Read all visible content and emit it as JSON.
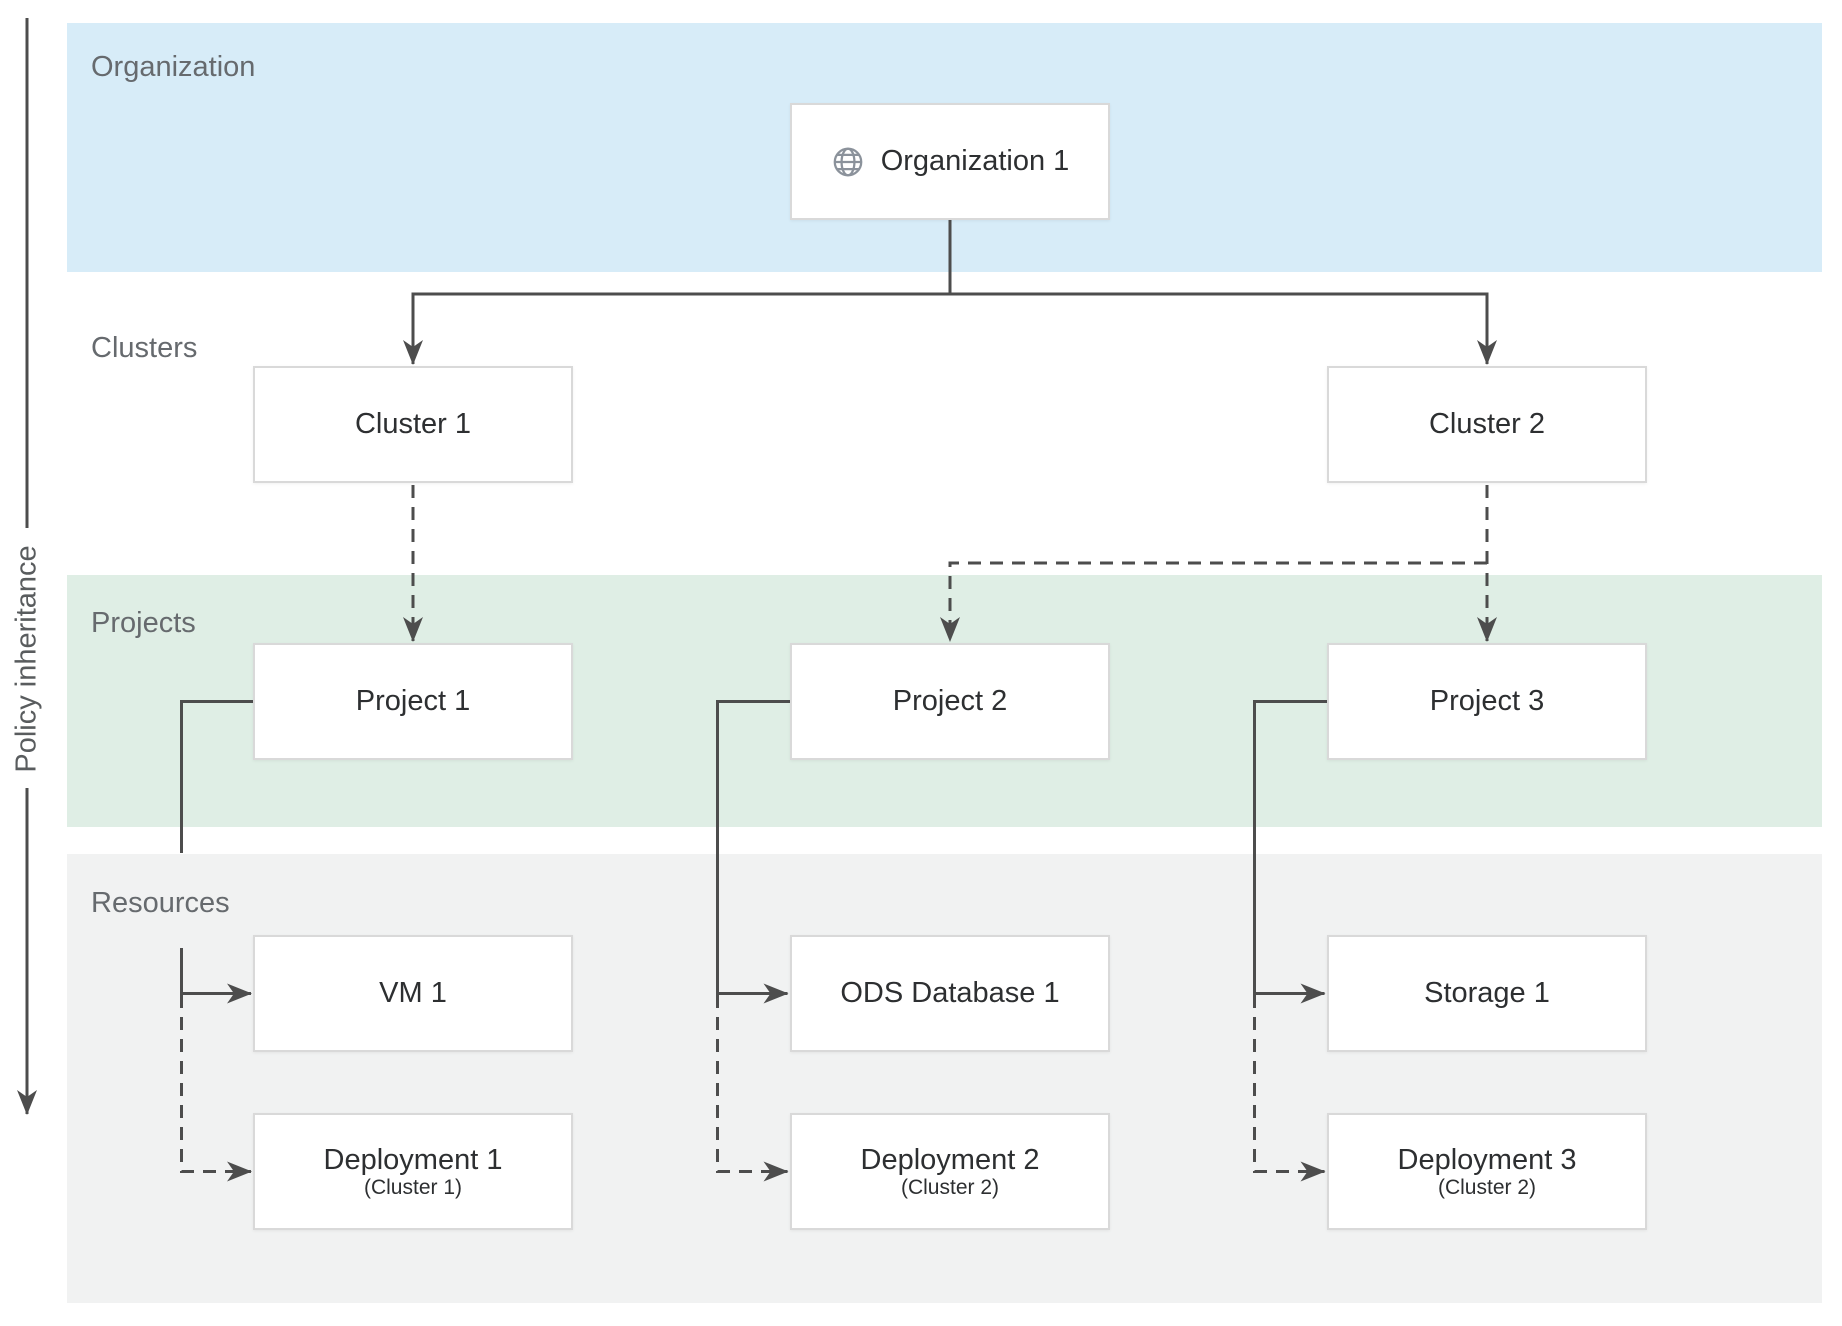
{
  "axis": {
    "label": "Policy inheritance"
  },
  "sections": [
    {
      "id": "organization",
      "label": "Organization",
      "band_color": "#d7ecf8"
    },
    {
      "id": "clusters",
      "label": "Clusters",
      "band_color": "#ffffff"
    },
    {
      "id": "projects",
      "label": "Projects",
      "band_color": "#dfeee5"
    },
    {
      "id": "resources",
      "label": "Resources",
      "band_color": "#f1f2f2"
    }
  ],
  "nodes": {
    "organization1": {
      "label": "Organization 1",
      "icon": "globe-icon"
    },
    "cluster1": {
      "label": "Cluster 1"
    },
    "cluster2": {
      "label": "Cluster 2"
    },
    "project1": {
      "label": "Project 1"
    },
    "project2": {
      "label": "Project 2"
    },
    "project3": {
      "label": "Project 3"
    },
    "vm1": {
      "label": "VM 1"
    },
    "ods_database1": {
      "label": "ODS Database 1"
    },
    "storage1": {
      "label": "Storage 1"
    },
    "deployment1": {
      "label": "Deployment 1",
      "sublabel": "(Cluster 1)"
    },
    "deployment2": {
      "label": "Deployment 2",
      "sublabel": "(Cluster 2)"
    },
    "deployment3": {
      "label": "Deployment 3",
      "sublabel": "(Cluster 2)"
    }
  },
  "edges": [
    {
      "from": "organization1",
      "to": "cluster1",
      "style": "solid"
    },
    {
      "from": "organization1",
      "to": "cluster2",
      "style": "solid"
    },
    {
      "from": "cluster1",
      "to": "project1",
      "style": "dashed"
    },
    {
      "from": "cluster2",
      "to": "project2",
      "style": "dashed"
    },
    {
      "from": "cluster2",
      "to": "project3",
      "style": "dashed"
    },
    {
      "from": "project1",
      "to": "vm1",
      "style": "solid"
    },
    {
      "from": "project2",
      "to": "ods_database1",
      "style": "solid"
    },
    {
      "from": "project3",
      "to": "storage1",
      "style": "solid"
    },
    {
      "from": "project1",
      "to": "deployment1",
      "style": "dashed"
    },
    {
      "from": "project2",
      "to": "deployment2",
      "style": "dashed"
    },
    {
      "from": "project3",
      "to": "deployment3",
      "style": "dashed"
    }
  ],
  "colors": {
    "line": "#4d4d4d",
    "box_border": "#d9d9d9",
    "box_background": "#ffffff",
    "section_label_text": "#666a6e",
    "node_text": "#2d2f31",
    "globe_icon": "#8b929b",
    "band_organization": "#d7ecf8",
    "band_projects": "#dfeee5",
    "band_resources": "#f1f2f2"
  }
}
